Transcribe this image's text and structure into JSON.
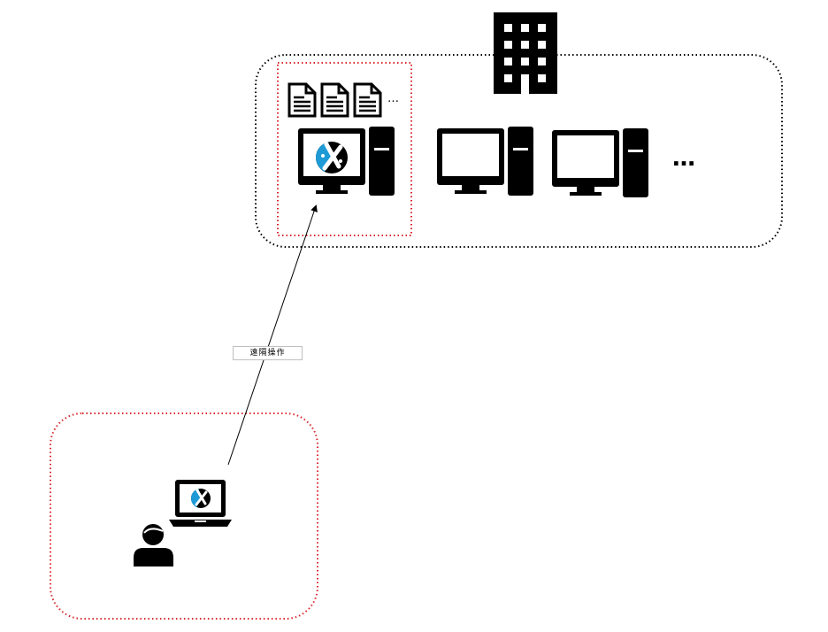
{
  "diagram": {
    "title": "",
    "office_group": {
      "label": "office",
      "border_color": "#000000",
      "border_style": "dotted"
    },
    "target_pc_highlight": {
      "border_color": "#d9262b",
      "border_style": "dotted"
    },
    "remote_group": {
      "border_color": "#d9262b",
      "border_style": "dotted"
    },
    "connection": {
      "label": "遠隔操作",
      "direction": "remote-laptop-to-office-pc"
    },
    "documents_ellipsis": "…",
    "computers_ellipsis": "…",
    "app_logo_colors": {
      "blue": "#1e9ad6",
      "dark": "#000000"
    },
    "icons": {
      "building": "building-icon",
      "document": "document-icon",
      "desktop": "desktop-computer-icon",
      "laptop": "laptop-icon",
      "user": "user-icon",
      "app_logo": "app-logo-icon"
    }
  }
}
